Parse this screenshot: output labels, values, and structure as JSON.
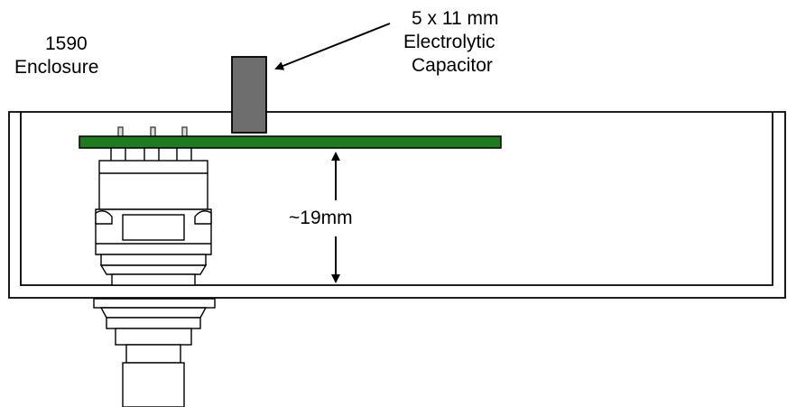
{
  "enclosure_label": {
    "line1": "1590",
    "line2": "Enclosure"
  },
  "capacitor_label": {
    "line1": "5 x 11 mm",
    "line2": "Electrolytic",
    "line3": "Capacitor"
  },
  "dimension_label": "~19mm",
  "colors": {
    "pcb": "#1e7b1e",
    "capacitor": "#6e6e6e",
    "outline": "#000000",
    "background": "#ffffff"
  }
}
